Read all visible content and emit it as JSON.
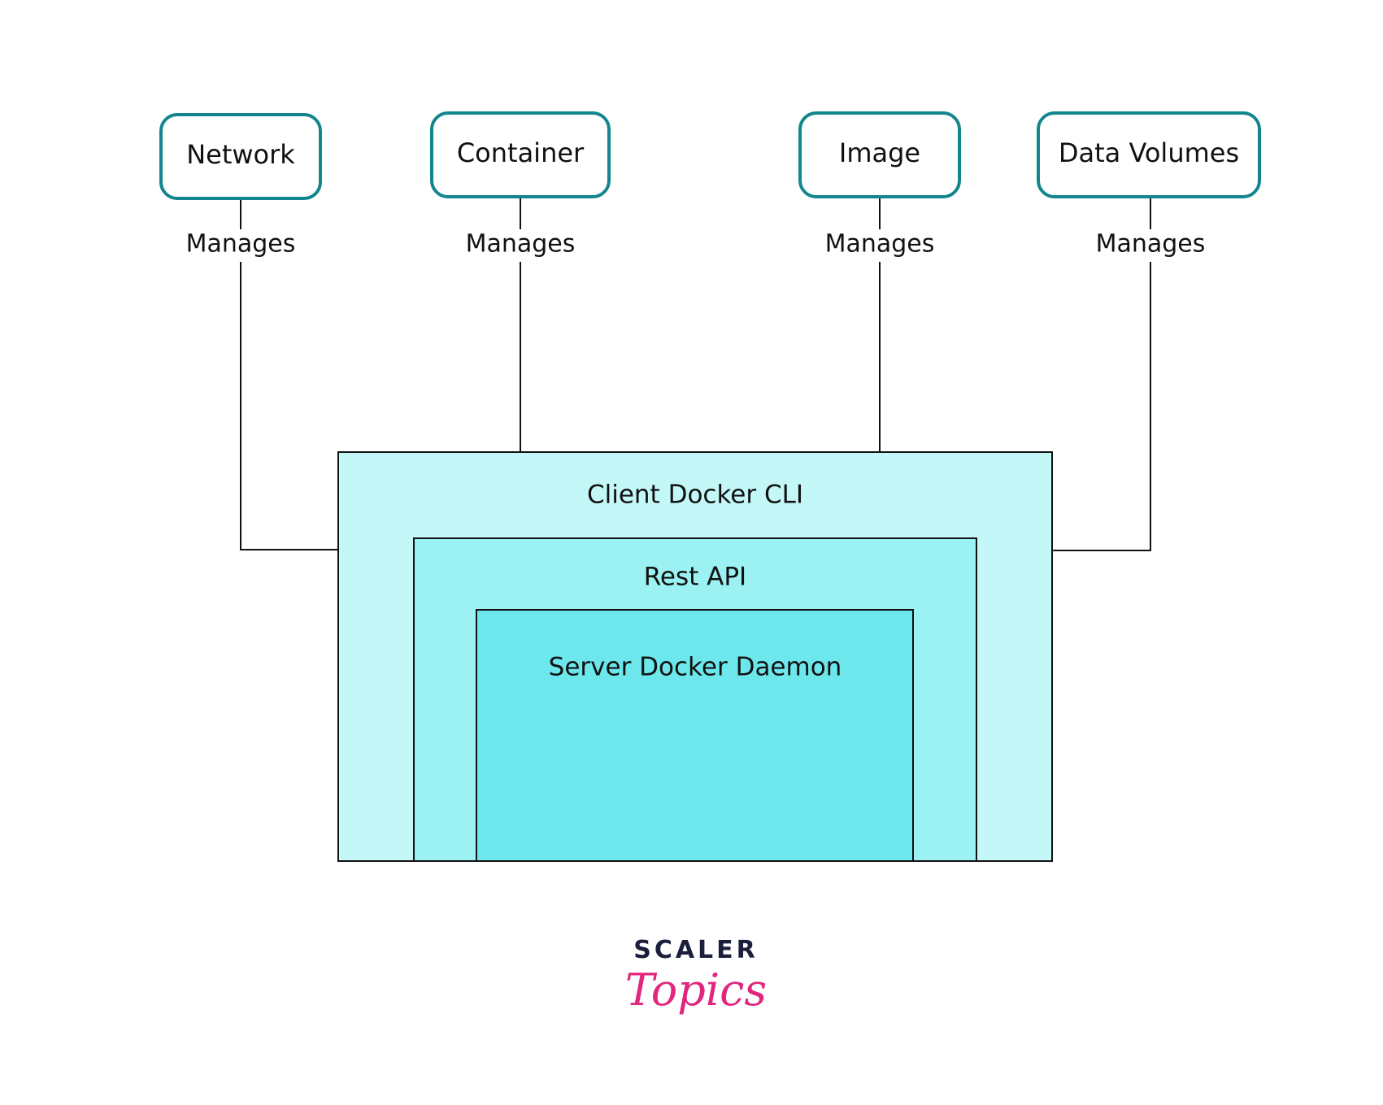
{
  "nodes": {
    "network": "Network",
    "container": "Container",
    "image": "Image",
    "data_volumes": "Data Volumes"
  },
  "edges": {
    "label": "Manages"
  },
  "layers": {
    "client": "Client Docker CLI",
    "rest_api": "Rest API",
    "server": "Server Docker Daemon"
  },
  "colors": {
    "node_border": "#13868d",
    "client_fill": "#c4f7f7",
    "rest_api_fill": "#9cf1f2",
    "server_fill": "#6ce8ed",
    "logo_dark": "#1b1f3b",
    "logo_pink": "#e0267d"
  },
  "logo": {
    "line1": "SCALER",
    "line2": "Topics"
  }
}
